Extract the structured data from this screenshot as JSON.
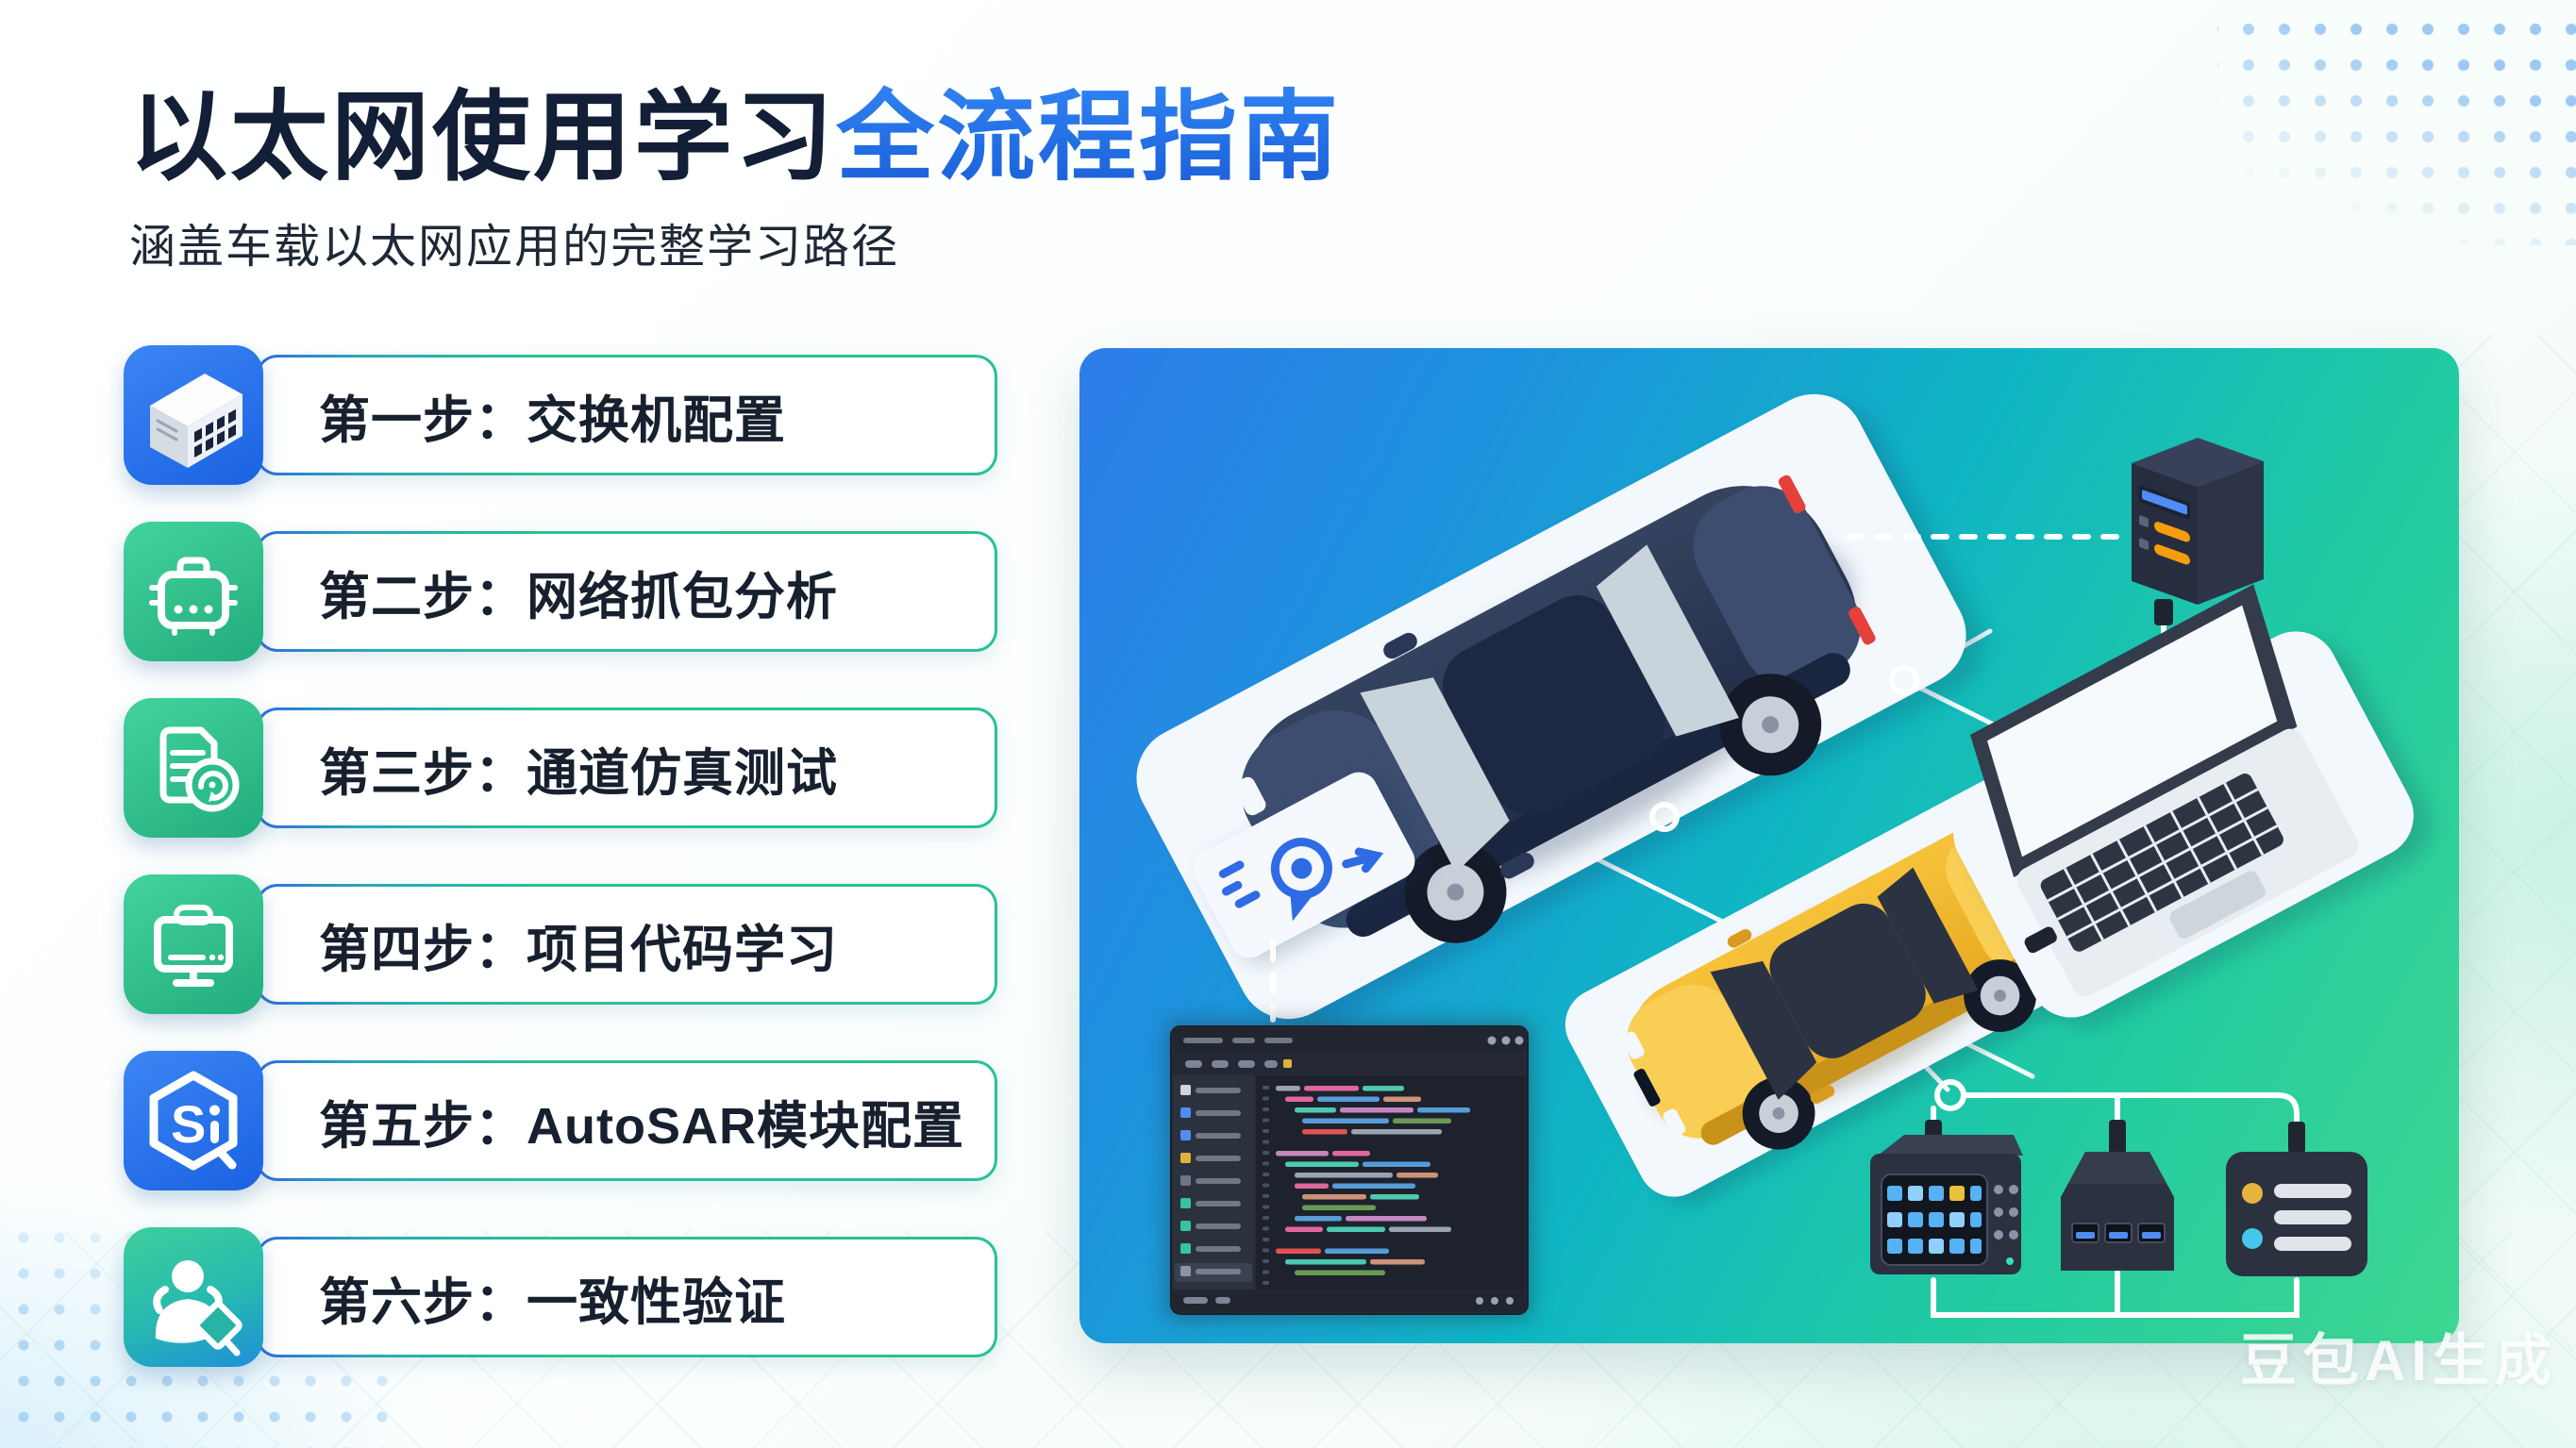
{
  "header": {
    "title_primary": "以太网使用学习",
    "title_accent": "全流程指南",
    "subtitle": "涵盖车载以太网应用的完整学习路径"
  },
  "steps": [
    {
      "label": "第一步：交换机配置",
      "icon": "ethernet-switch-icon",
      "tile": "blue"
    },
    {
      "label": "第二步：网络抓包分析",
      "icon": "packet-capture-icon",
      "tile": "green"
    },
    {
      "label": "第三步：通道仿真测试",
      "icon": "report-gauge-icon",
      "tile": "green"
    },
    {
      "label": "第四步：项目代码学习",
      "icon": "code-monitor-icon",
      "tile": "green"
    },
    {
      "label": "第五步：AutoSAR模块配置",
      "icon": "autosar-hexagon-icon",
      "tile": "blue"
    },
    {
      "label": "第六步：一致性验证",
      "icon": "conformance-reader-icon",
      "tile": "green-blue"
    }
  ],
  "watermark": "豆包AI生成",
  "illustration": {
    "elements": [
      "dark-blue-sedan",
      "yellow-sedan",
      "server-tower",
      "laptop-workstation",
      "diagnostic-card",
      "code-editor-window",
      "network-mesh",
      "diagnostic-tester-device",
      "usb-hub-device",
      "io-controller-device"
    ]
  },
  "colors": {
    "accent_blue": "#1d6ff2",
    "accent_green": "#27c295",
    "title_dark": "#131f36",
    "row_border_start": "#2f6ce0",
    "row_border_end": "#27c295",
    "panel_gradient": [
      "#2e7ce9",
      "#0fb6c3",
      "#3ed691"
    ]
  }
}
